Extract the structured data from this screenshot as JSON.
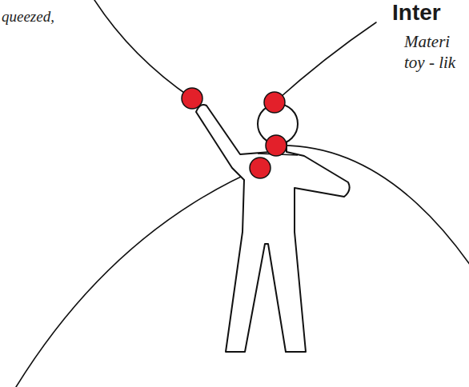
{
  "diagram": {
    "labels": [
      "queezed,",
      "Inter",
      "Materi",
      "toy - lik"
    ]
  }
}
